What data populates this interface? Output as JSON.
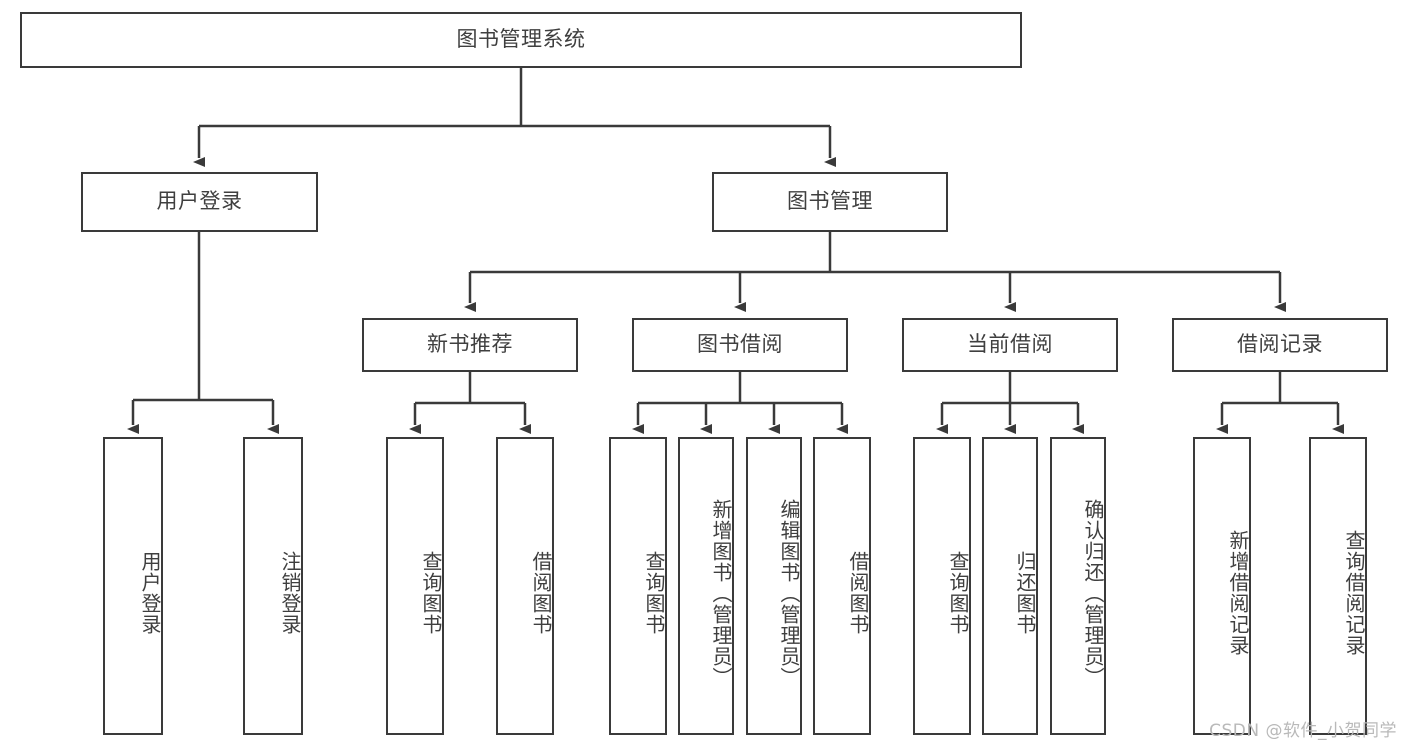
{
  "diagram": {
    "title": "图书管理系统",
    "type": "tree",
    "watermark": "CSDN @软件_小贺同学",
    "colors": {
      "border": "#3a3a3a",
      "text": "#3f3f3f",
      "background": "#ffffff",
      "watermark": "#b9b9b9"
    },
    "levels": {
      "root": {
        "label": "图书管理系统"
      },
      "level2": [
        {
          "label": "用户登录"
        },
        {
          "label": "图书管理"
        }
      ],
      "level3": [
        {
          "label": "新书推荐"
        },
        {
          "label": "图书借阅"
        },
        {
          "label": "当前借阅"
        },
        {
          "label": "借阅记录"
        }
      ],
      "leaves": {
        "user_login": [
          {
            "label": "用户登录"
          },
          {
            "label": "注销登录"
          }
        ],
        "new_book_recommend": [
          {
            "label": "查询图书"
          },
          {
            "label": "借阅图书"
          }
        ],
        "book_borrow": [
          {
            "label": "查询图书"
          },
          {
            "label": "新增图书（管理员）"
          },
          {
            "label": "编辑图书（管理员）"
          },
          {
            "label": "借阅图书"
          }
        ],
        "current_borrow": [
          {
            "label": "查询图书"
          },
          {
            "label": "归还图书"
          },
          {
            "label": "确认归还（管理员）"
          }
        ],
        "borrow_record": [
          {
            "label": "新增借阅记录"
          },
          {
            "label": "查询借阅记录"
          }
        ]
      }
    }
  }
}
